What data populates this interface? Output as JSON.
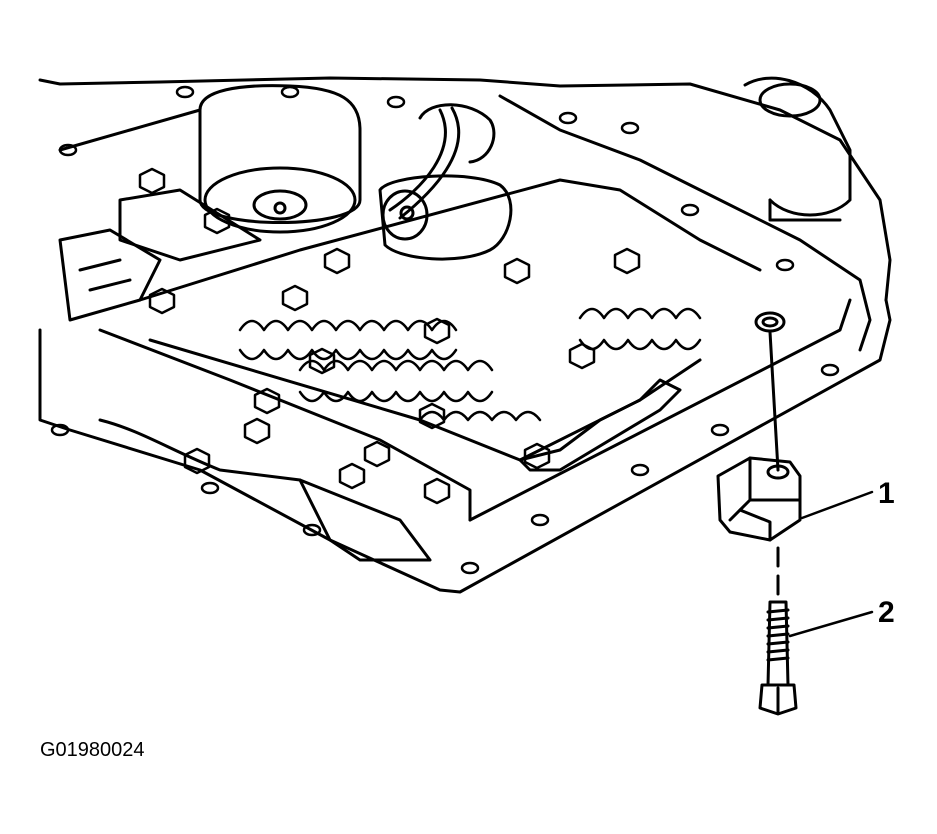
{
  "callouts": [
    {
      "number": "1"
    },
    {
      "number": "2"
    }
  ],
  "figure_id": "G01980024",
  "colors": {
    "line": "#000000",
    "background": "#ffffff"
  }
}
